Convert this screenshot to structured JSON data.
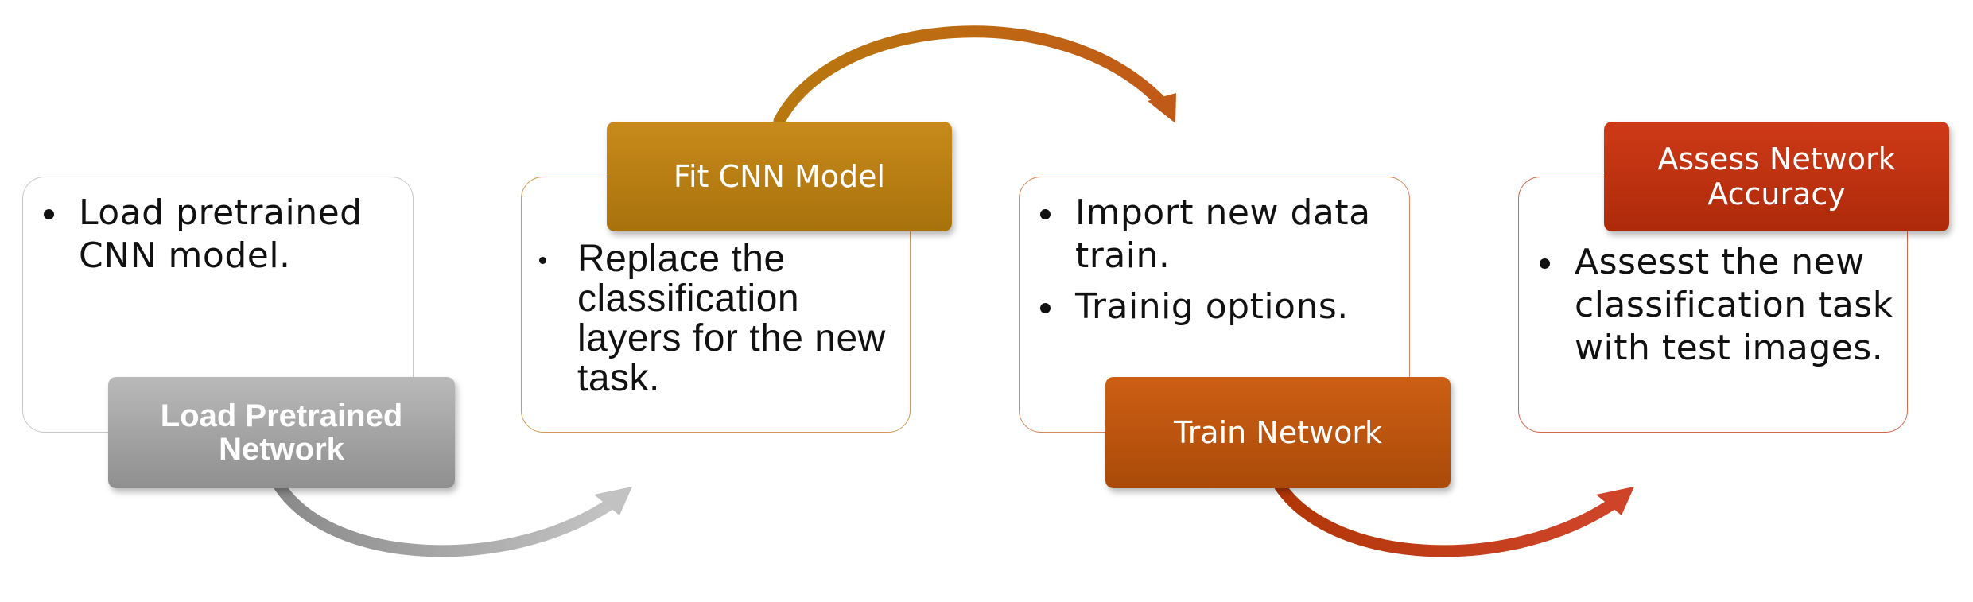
{
  "colors": {
    "step1": "#9e9e9e",
    "step2": "#b07c12",
    "step3": "#bd5410",
    "step4": "#bc3112"
  },
  "steps": [
    {
      "title": "Load Pretrained Network",
      "bullets": [
        "Load pretrained CNN model."
      ]
    },
    {
      "title": "Fit CNN Model",
      "bullets": [
        "Replace the classification layers for the new task."
      ]
    },
    {
      "title": "Train Network",
      "bullets": [
        "Import new data train.",
        "Trainig options."
      ]
    },
    {
      "title": "Assess Network Accuracy",
      "bullets": [
        "Assesst the new classification task with test images."
      ]
    }
  ]
}
